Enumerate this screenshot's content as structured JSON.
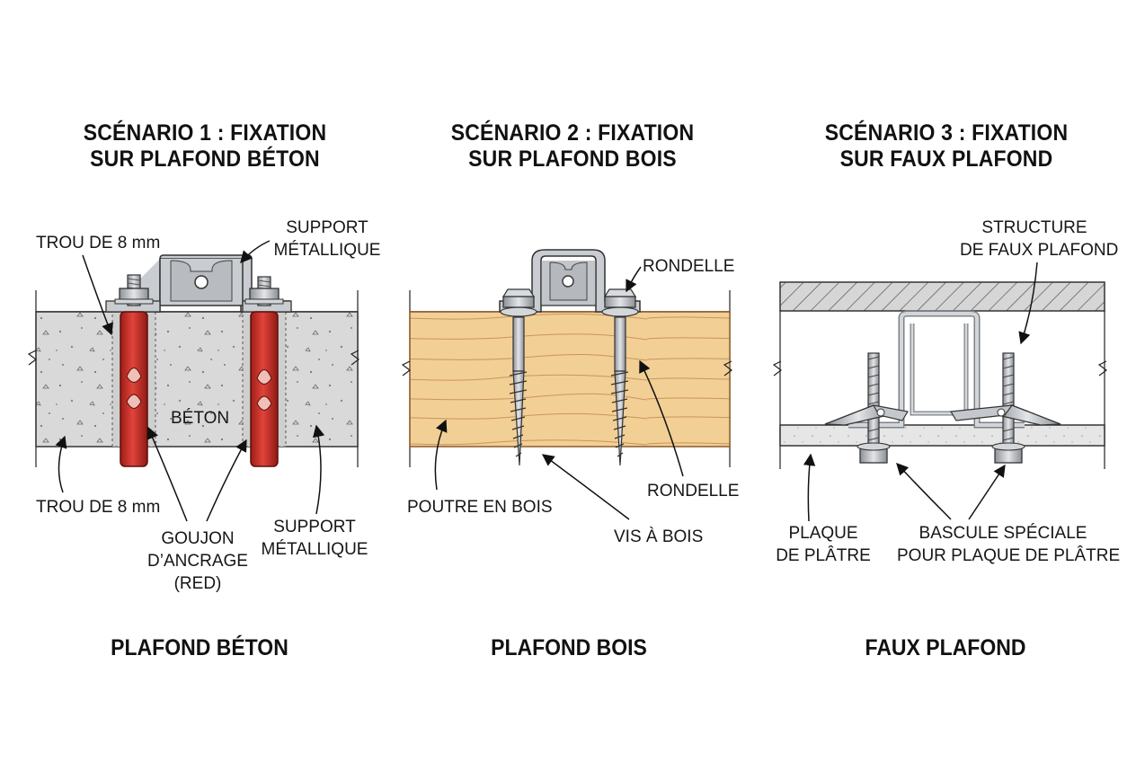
{
  "scenarios": [
    {
      "title_line1": "SCÉNARIO 1 : FIXATION",
      "title_line2": "SUR PLAFOND BÉTON",
      "footer": "PLAFOND BÉTON",
      "labels": {
        "trou_top": "TROU DE 8 mm",
        "support_top_1": "SUPPORT",
        "support_top_2": "MÉTALLIQUE",
        "beton": "BÉTON",
        "trou_bottom": "TROU DE 8 mm",
        "goujon_1": "GOUJON",
        "goujon_2": "D’ANCRAGE",
        "goujon_3": "(RED)",
        "support_bottom_1": "SUPPORT",
        "support_bottom_2": "MÉTALLIQUE"
      }
    },
    {
      "title_line1": "SCÉNARIO 2 : FIXATION",
      "title_line2": "SUR PLAFOND BOIS",
      "footer": "PLAFOND BOIS",
      "labels": {
        "rondelle_top": "RONDELLE",
        "poutre": "POUTRE EN BOIS",
        "rondelle_bottom": "RONDELLE",
        "vis": "VIS À BOIS"
      }
    },
    {
      "title_line1": "SCÉNARIO 3 : FIXATION",
      "title_line2": "SUR FAUX PLAFOND",
      "footer": "FAUX PLAFOND",
      "labels": {
        "structure_1": "STRUCTURE",
        "structure_2": "DE FAUX PLAFOND",
        "plaque_1": "PLAQUE",
        "plaque_2": "DE PLÂTRE",
        "bascule_1": "BASCULE SPÉCIALE",
        "bascule_2": "POUR PLAQUE DE PLÂTRE"
      }
    }
  ],
  "colors": {
    "concrete": "#d9d9d9",
    "anchor_red": "#d2312a",
    "wood": "#f2cf95",
    "metal": "#c9ccd0",
    "plaster": "#e4e4e4"
  }
}
